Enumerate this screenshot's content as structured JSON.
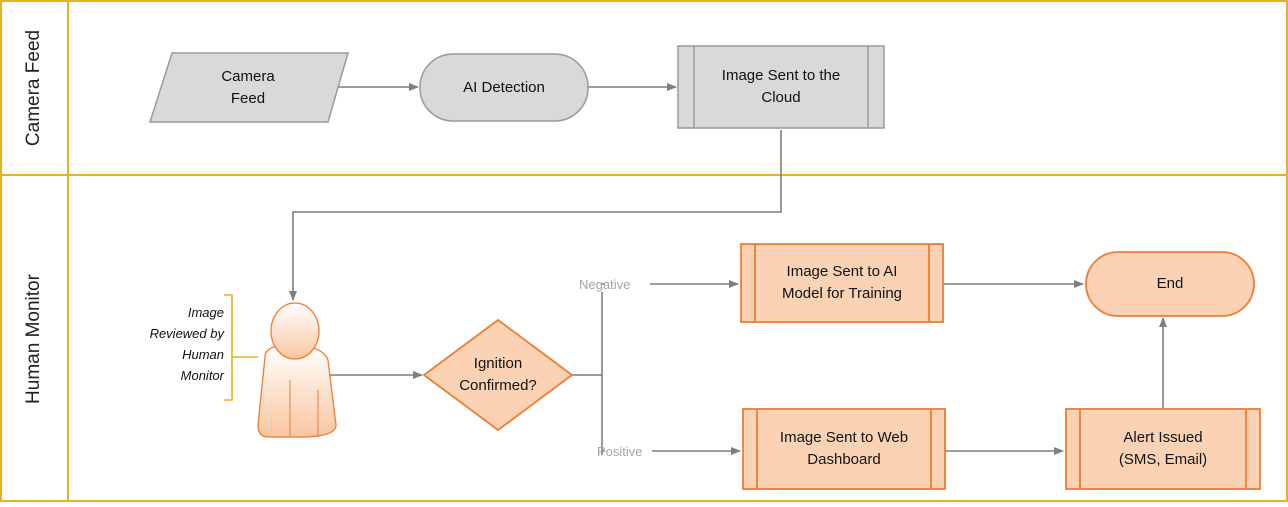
{
  "colors": {
    "lane_border": "#e6b228",
    "gray_fill": "#d9d9d9",
    "gray_stroke": "#9a9a9a",
    "orange_fill": "#fbd3b4",
    "orange_stroke": "#ed7d31",
    "connector": "#7f7f7f",
    "edge_label": "#a5a5a5"
  },
  "lanes": [
    {
      "label": "Camera Feed"
    },
    {
      "label": "Human Monitor"
    }
  ],
  "nodes": {
    "camera_feed": {
      "label": "Camera\nFeed",
      "shape": "data-parallelogram"
    },
    "ai_detection": {
      "label": "AI Detection",
      "shape": "terminator"
    },
    "image_sent_cloud": {
      "label": "Image Sent to the\nCloud",
      "shape": "predefined-process"
    },
    "human_monitor": {
      "shape": "person-icon",
      "annotation": "Image\nReviewed by\nHuman\nMonitor"
    },
    "ignition_confirmed": {
      "label": "Ignition\nConfirmed?",
      "shape": "decision"
    },
    "image_sent_ai_model": {
      "label": "Image Sent to AI\nModel for Training",
      "shape": "predefined-process"
    },
    "end": {
      "label": "End",
      "shape": "terminator"
    },
    "image_sent_web": {
      "label": "Image Sent to Web\nDashboard",
      "shape": "predefined-process"
    },
    "alert_issued": {
      "label": "Alert Issued\n(SMS, Email)",
      "shape": "predefined-process"
    }
  },
  "edges": [
    {
      "from": "camera_feed",
      "to": "ai_detection"
    },
    {
      "from": "ai_detection",
      "to": "image_sent_cloud"
    },
    {
      "from": "image_sent_cloud",
      "to": "human_monitor"
    },
    {
      "from": "human_monitor",
      "to": "ignition_confirmed"
    },
    {
      "from": "ignition_confirmed",
      "to": "image_sent_ai_model",
      "label": "Negative"
    },
    {
      "from": "ignition_confirmed",
      "to": "image_sent_web",
      "label": "Positive"
    },
    {
      "from": "image_sent_ai_model",
      "to": "end"
    },
    {
      "from": "image_sent_web",
      "to": "alert_issued"
    },
    {
      "from": "alert_issued",
      "to": "end"
    }
  ]
}
